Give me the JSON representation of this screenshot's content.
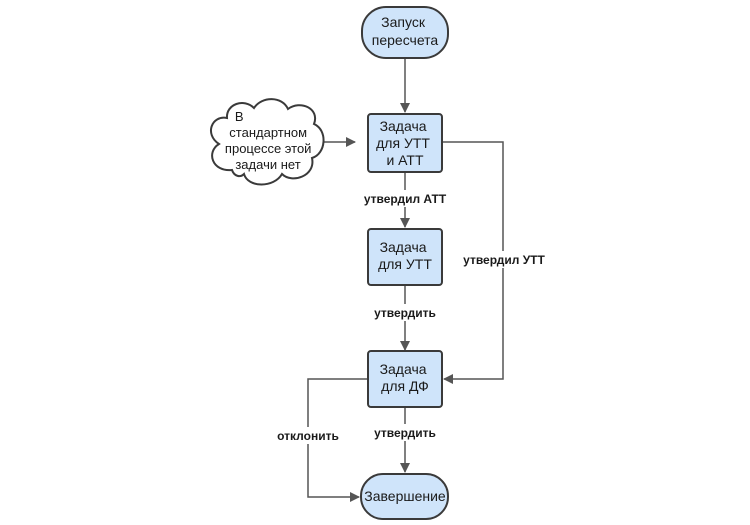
{
  "colors": {
    "node_fill": "#cfe4fa",
    "node_stroke": "#3a3a3a",
    "edge": "#555555",
    "cloud_fill": "#ffffff"
  },
  "nodes": {
    "start": {
      "lines": [
        "Запуск",
        "пересчета"
      ]
    },
    "task_utt_att": {
      "lines": [
        "Задача",
        "для УТТ",
        "и АТТ"
      ]
    },
    "task_utt": {
      "lines": [
        "Задача",
        "для УТТ"
      ]
    },
    "task_df": {
      "lines": [
        "Задача",
        "для ДФ"
      ]
    },
    "end": {
      "lines": [
        "Завершение"
      ]
    }
  },
  "note": {
    "lines": [
      "В",
      "стандартном",
      "процессе этой",
      "задачи нет"
    ]
  },
  "edges": {
    "approved_att": "утвердил АТТ",
    "approved_utt": "утвердил УТТ",
    "approve_1": "утвердить",
    "approve_2": "утвердить",
    "reject": "отклонить"
  }
}
